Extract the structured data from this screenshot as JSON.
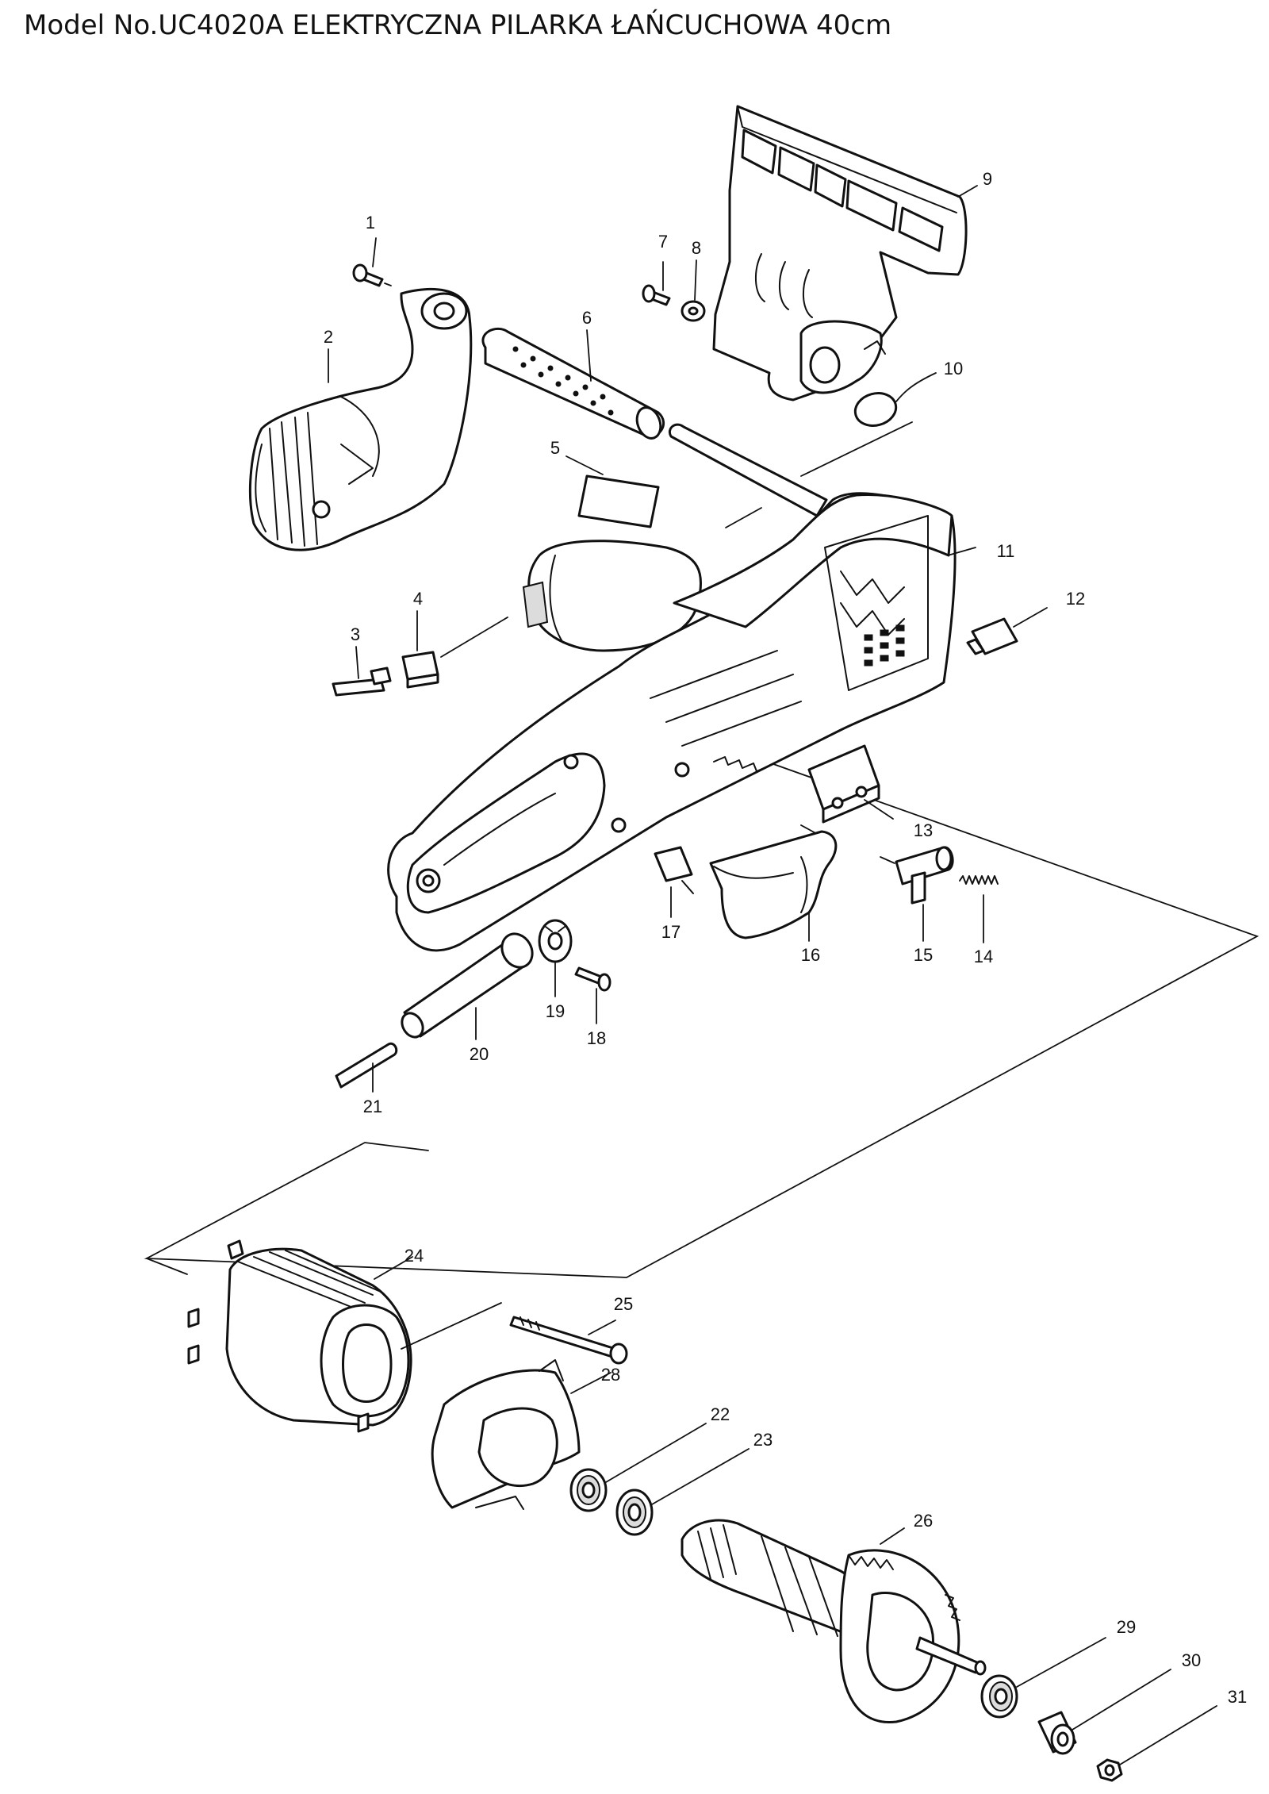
{
  "title": "Model No.UC4020A ELEKTRYCZNA PILARKA ŁAŃCUCHOWA 40cm",
  "parts": {
    "p1": "1",
    "p2": "2",
    "p3": "3",
    "p4": "4",
    "p5": "5",
    "p6": "6",
    "p7": "7",
    "p8": "8",
    "p9": "9",
    "p10": "10",
    "p11": "11",
    "p12": "12",
    "p13": "13",
    "p14": "14",
    "p15": "15",
    "p16": "16",
    "p17": "17",
    "p18": "18",
    "p19": "19",
    "p20": "20",
    "p21": "21",
    "p22": "22",
    "p23": "23",
    "p24": "24",
    "p25": "25",
    "p26": "26",
    "p28": "28",
    "p29": "29",
    "p30": "30",
    "p31": "31"
  }
}
